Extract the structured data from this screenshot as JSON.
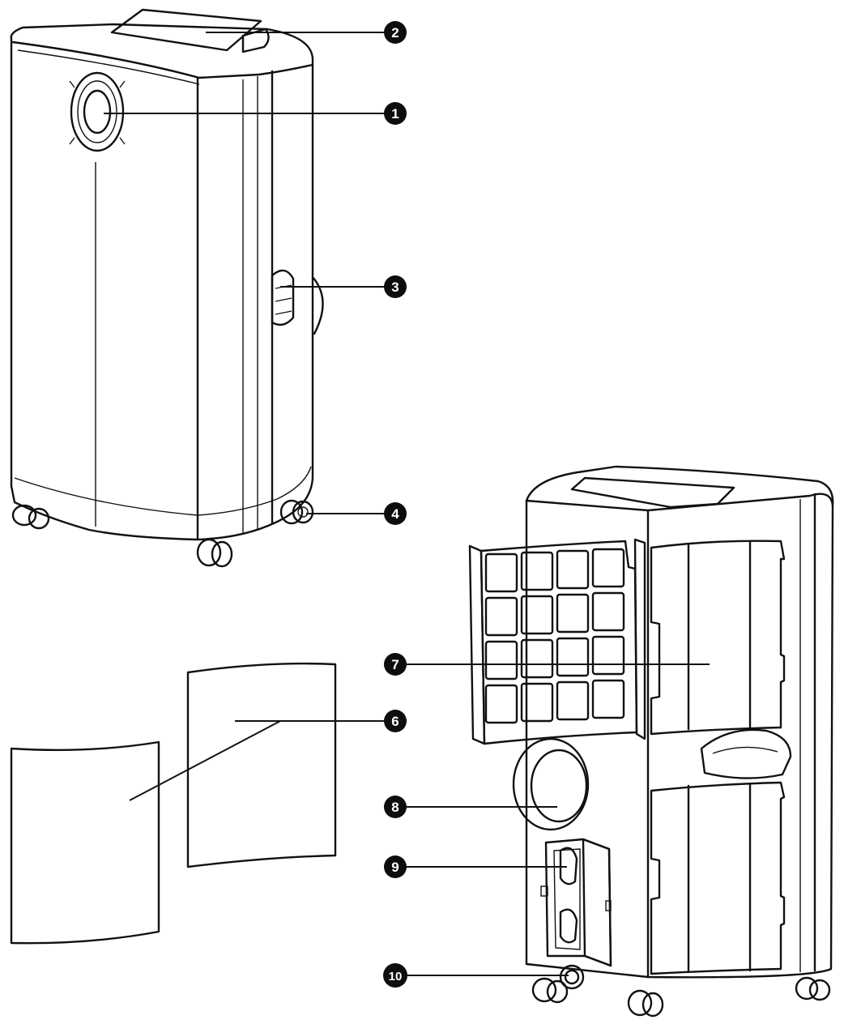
{
  "callouts": [
    {
      "id": "1",
      "label": "1"
    },
    {
      "id": "2",
      "label": "2"
    },
    {
      "id": "3",
      "label": "3"
    },
    {
      "id": "4",
      "label": "4"
    },
    {
      "id": "6",
      "label": "6"
    },
    {
      "id": "7",
      "label": "7"
    },
    {
      "id": "8",
      "label": "8"
    },
    {
      "id": "9",
      "label": "9"
    },
    {
      "id": "10",
      "label": "10"
    }
  ],
  "colors": {
    "line": "#111111",
    "badge": "#0d0d0d",
    "grille": "#d3d3d3"
  }
}
